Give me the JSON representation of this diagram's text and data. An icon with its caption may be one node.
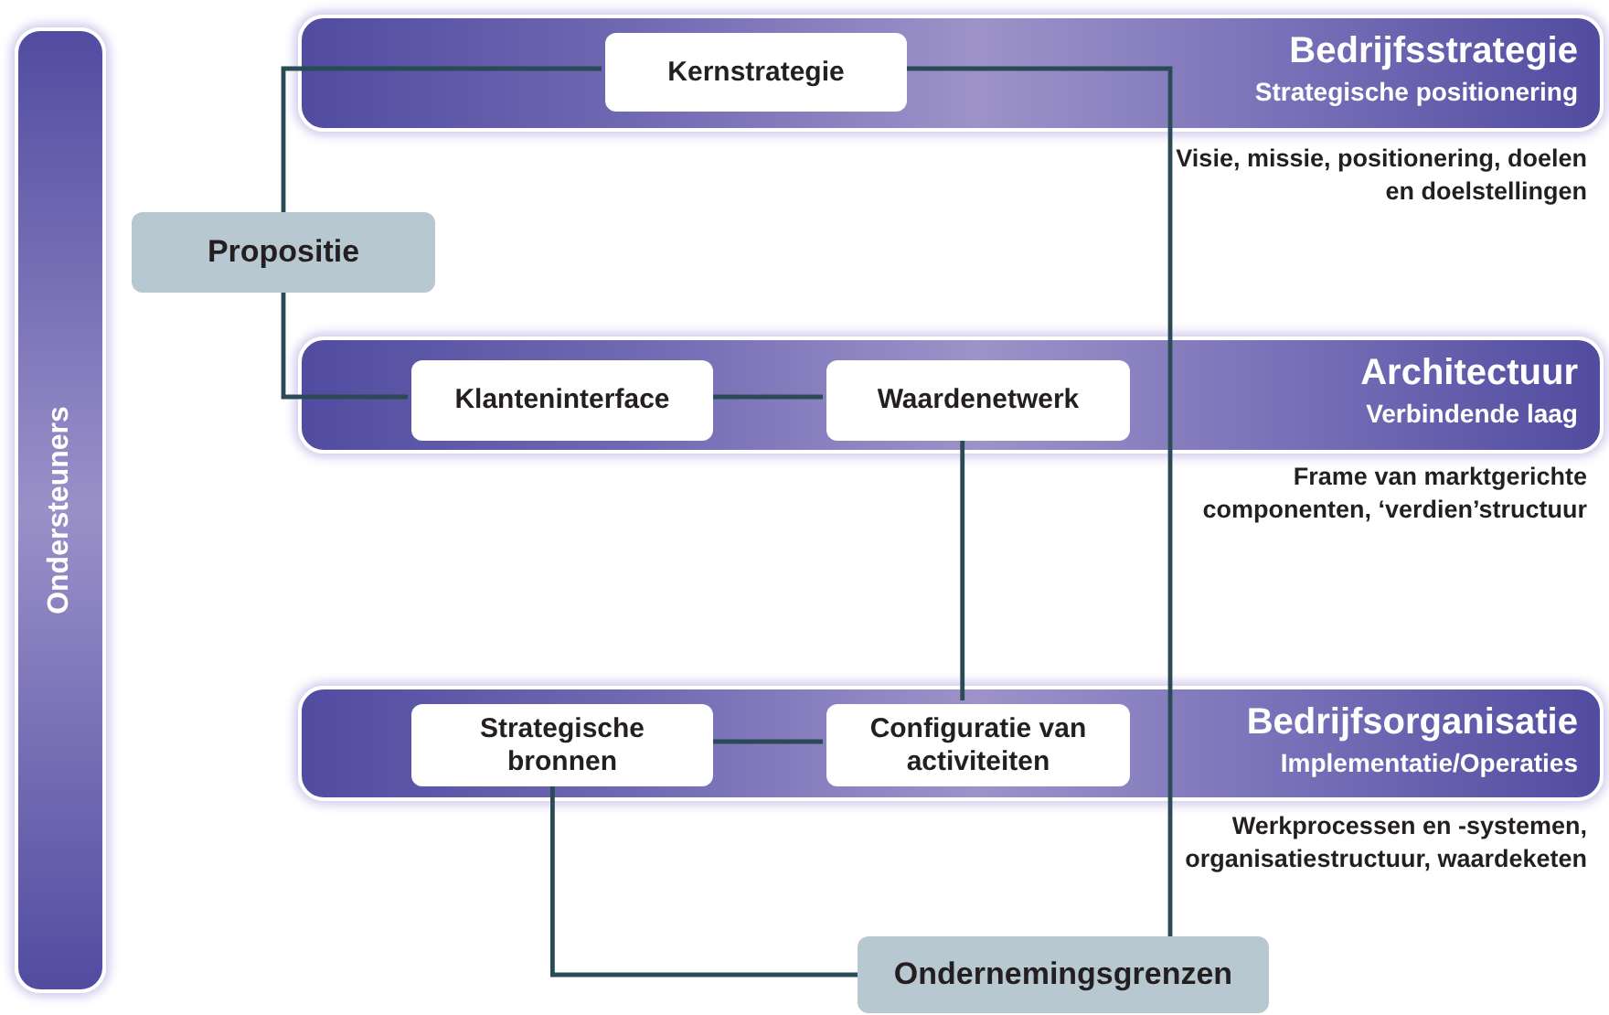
{
  "diagram": {
    "nodes": [
      {
        "text": [
          "Ondersteuners"
        ]
      },
      {
        "text": [
          "Bedrijfsstrategie",
          "Strategische positionering"
        ],
        "beside": [
          "Visie, missie, positionering, doelen en doelstellingen"
        ]
      },
      {
        "text": [
          "Kernstrategie"
        ],
        "in": 1
      },
      {
        "text": [
          "Propositie"
        ]
      },
      {
        "text": [
          "Architectuur",
          "Verbindende laag"
        ],
        "beside": [
          "Frame van marktgerichte componenten, ‘verdien’structuur"
        ]
      },
      {
        "text": [
          "Klanteninterface"
        ],
        "in": 4
      },
      {
        "text": [
          "Waardenetwerk"
        ],
        "in": 4
      },
      {
        "text": [
          "Bedrijfsorganisatie",
          "Implementatie/Operaties"
        ],
        "beside": [
          "Werkprocessen en -systemen, organisatiestructuur, waardeketen"
        ]
      },
      {
        "text": [
          "Strategische bronnen"
        ],
        "in": 7
      },
      {
        "text": [
          "Configuratie van activiteiten"
        ],
        "in": 7
      },
      {
        "text": [
          "Ondernemingsgrenzen"
        ]
      }
    ],
    "edges": [
      {
        "from": 2,
        "to": 3,
        "arrow": "none"
      },
      {
        "from": 3,
        "to": 5,
        "arrow": "none"
      },
      {
        "from": 5,
        "to": 6,
        "arrow": "none"
      },
      {
        "from": 6,
        "to": 9,
        "arrow": "none"
      },
      {
        "from": 8,
        "to": 9,
        "arrow": "none"
      },
      {
        "from": 8,
        "to": 10,
        "arrow": "none"
      },
      {
        "from": 2,
        "to": 10,
        "arrow": "none"
      }
    ]
  }
}
